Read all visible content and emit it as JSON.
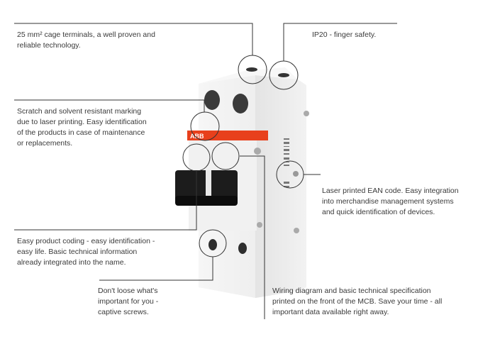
{
  "annotations": {
    "terminals": "25 mm² cage terminals, a well proven and reliable technology.",
    "ip20": "IP20 - finger safety.",
    "marking": "Scratch and solvent resistant marking due to laser printing. Easy identification of the products in case of maintenance or replacements.",
    "ean": "Laser printed EAN code. Easy integration into merchandise management systems and quick identification of devices.",
    "coding": "Easy product coding - easy identification - easy life. Basic technical information already integrated into the name.",
    "screws": "Don't loose what's important for you - captive screws.",
    "wiring": "Wiring diagram and basic technical specification printed on the front of the MCB. Save your time - all important data available right away."
  },
  "product": {
    "brand_logo": "ABB",
    "accent_color": "#e8401c"
  }
}
